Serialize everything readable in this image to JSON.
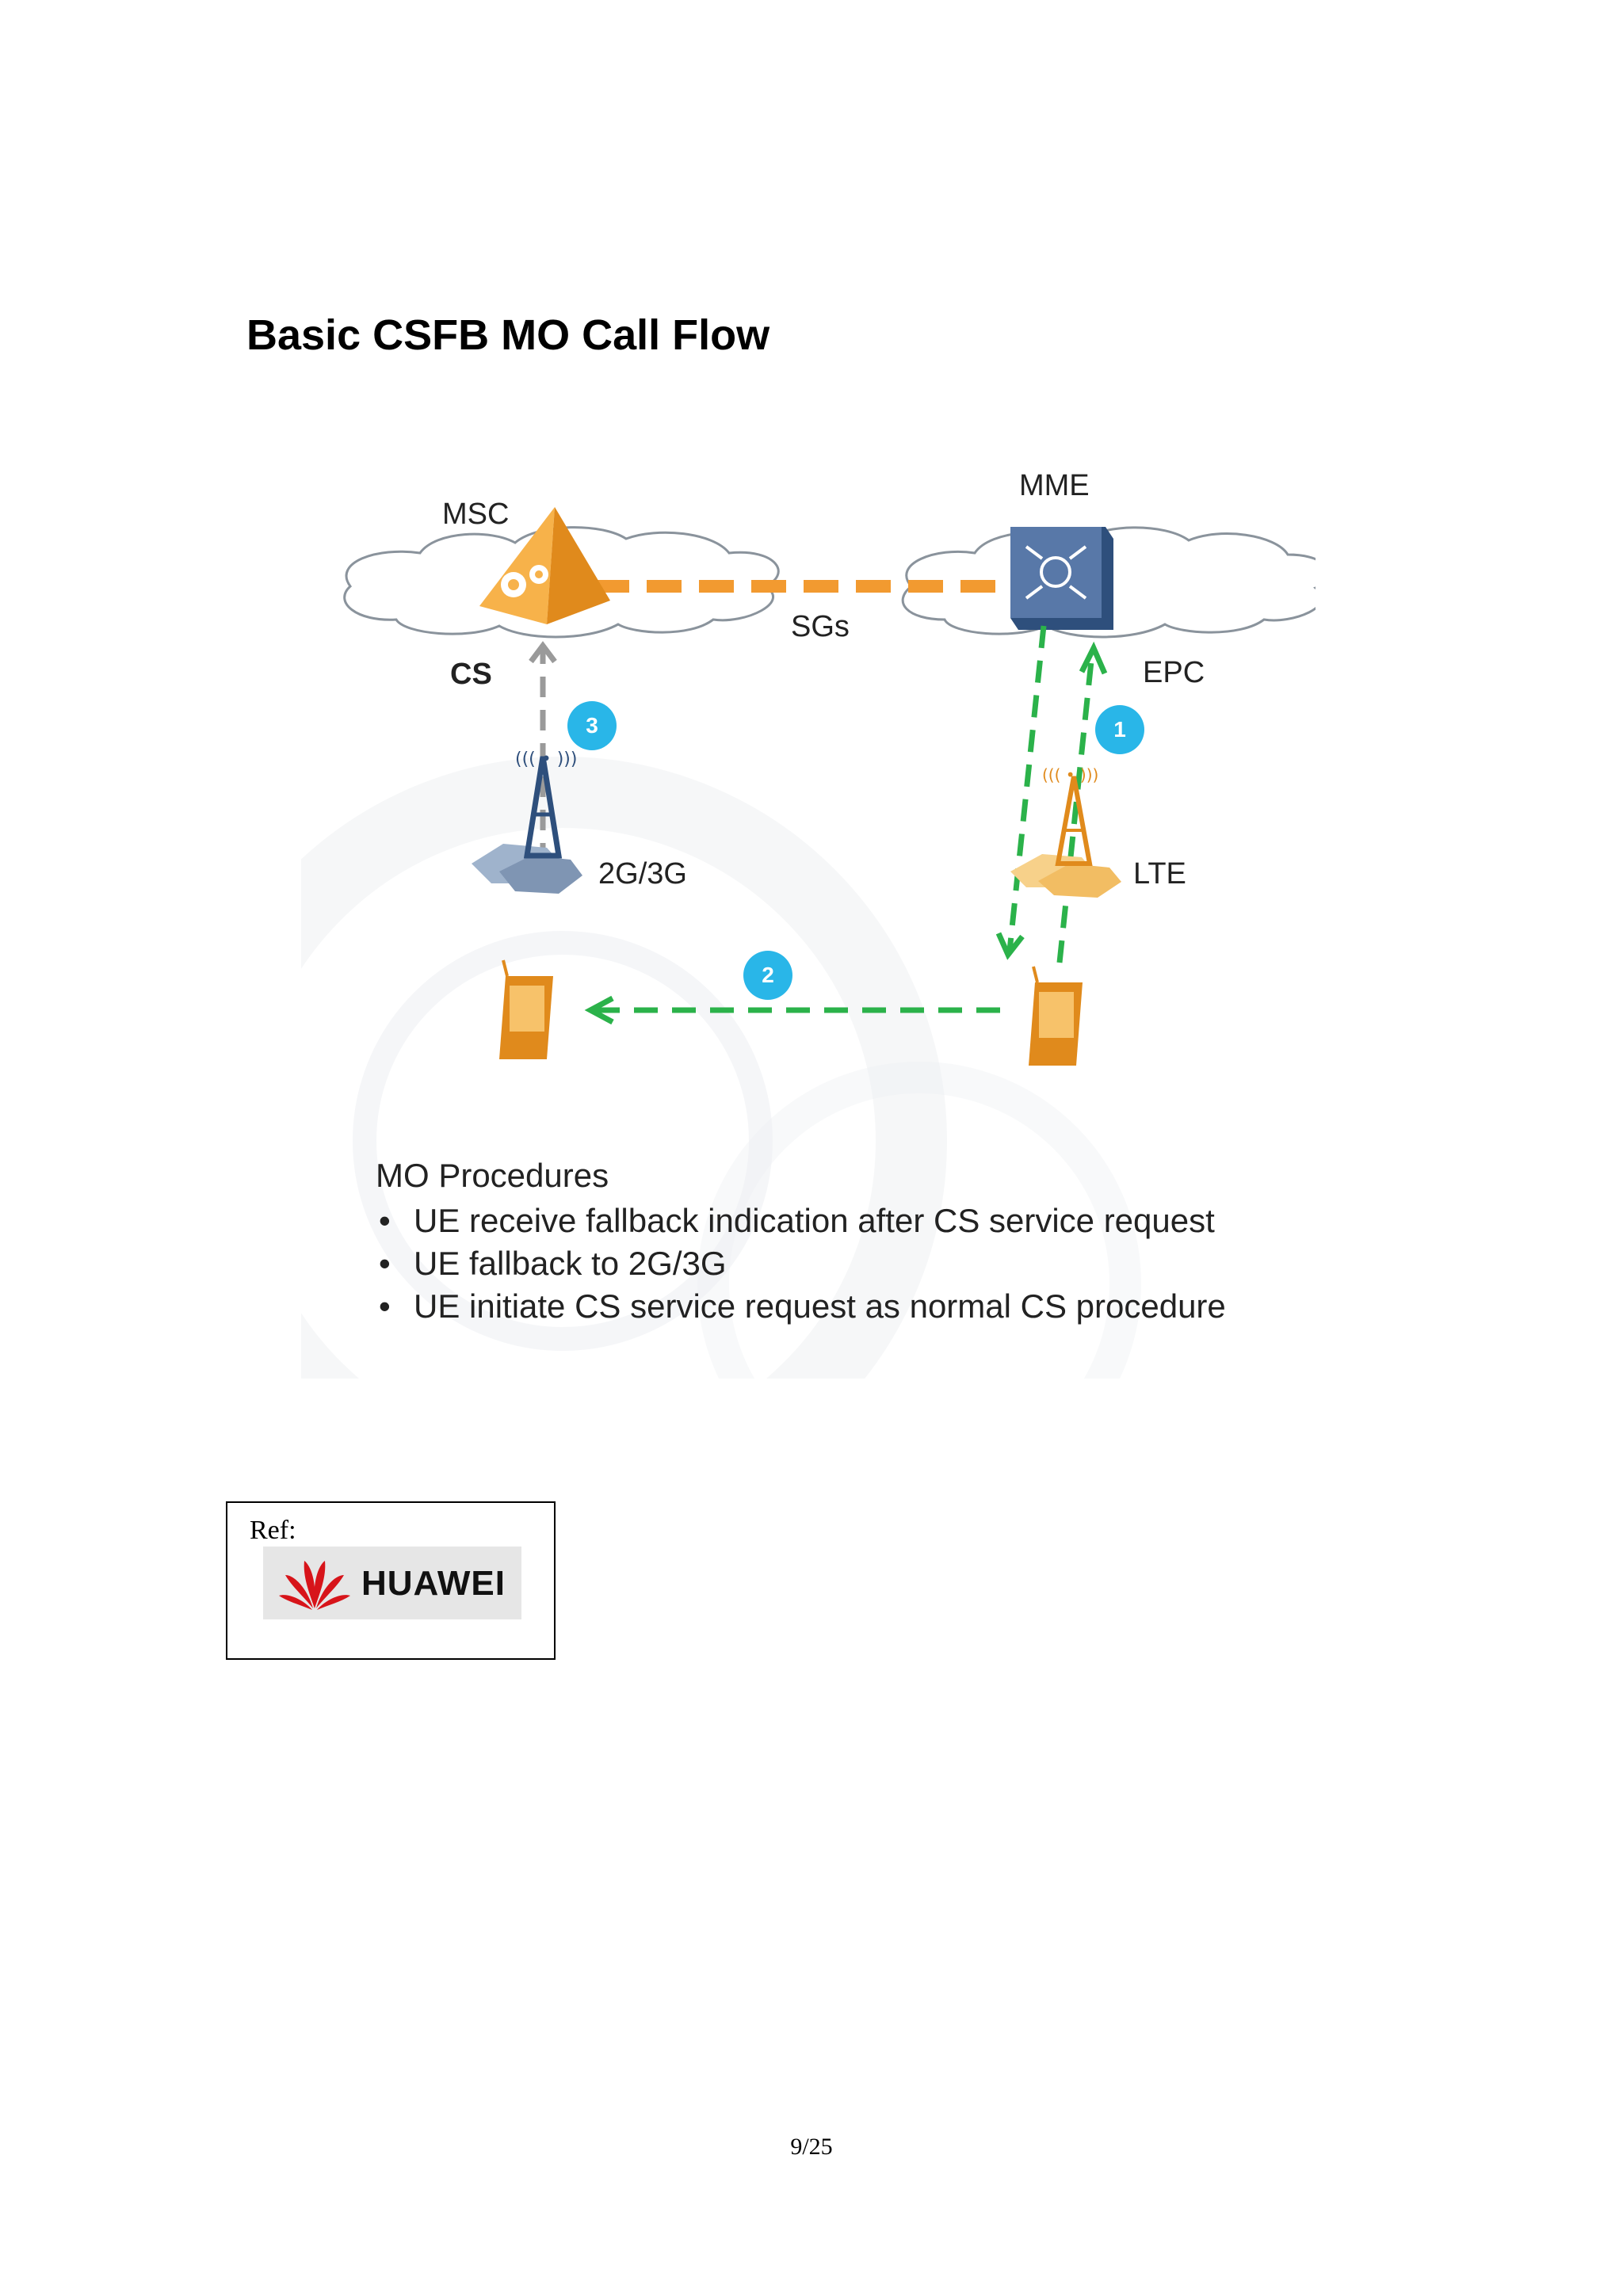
{
  "page": {
    "title": "Basic CSFB MO Call Flow",
    "page_number": "9/25"
  },
  "diagram": {
    "nodes": {
      "msc": "MSC",
      "mme": "MME",
      "cs": "CS",
      "epc": "EPC",
      "sgs": "SGs",
      "bts_2g3g": "2G/3G",
      "lte": "LTE"
    },
    "steps": [
      "1",
      "2",
      "3"
    ],
    "colors": {
      "orange": "#f29a30",
      "green": "#2bb24a",
      "gray": "#9a9a9a",
      "blue_badge": "#29b6e8",
      "mme_box": "#4d6e9c"
    },
    "procedures": {
      "title": "MO Procedures",
      "items": [
        "UE receive fallback indication after CS service request",
        "UE fallback to 2G/3G",
        "UE initiate CS service request as normal CS procedure"
      ]
    }
  },
  "reference": {
    "label": "Ref:",
    "logo_text": "HUAWEI"
  }
}
